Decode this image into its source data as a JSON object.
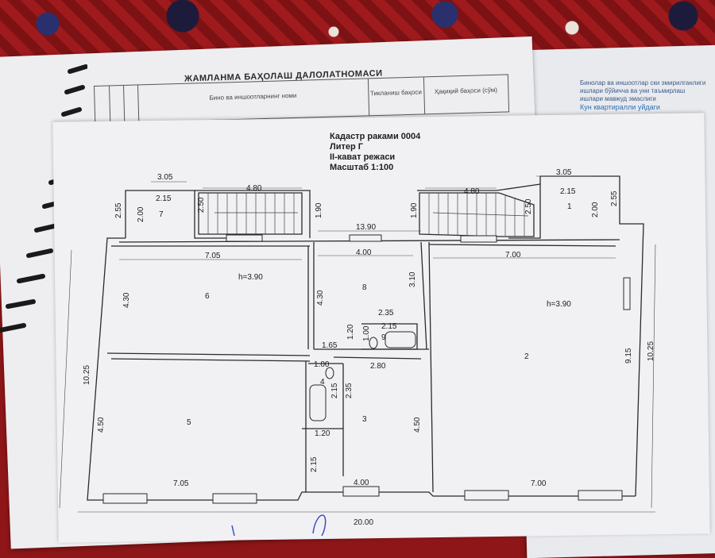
{
  "header": {
    "title": "ЖАМЛАНМА БАҲОЛАШ ДАЛОЛАТНОМАСИ",
    "col_building": "Бино ва иншоотларнинг номи",
    "col_estimated": "Тикланиш баҳоси",
    "col_real": "Ҳақиқий баҳоси (сўм)"
  },
  "side_note": {
    "lines": [
      "Бинолар ва иншоотлар ски эмирилганлиги",
      "ишлари бўйичча ва уни таъмирлаш",
      "ишлари мавжуд эмаслиги"
    ],
    "center_line": "Кун  квартиралли уйдаги"
  },
  "plan_title": {
    "cadastre": "Кадастр раками 0004",
    "liter": "Литер Г",
    "floor": "II-кават режаси",
    "scale": "Масштаб 1:100"
  },
  "dimensions": {
    "top_left_width": "3.05",
    "top_left_inner": "2.15",
    "top_right_width": "3.05",
    "top_right_inner": "2.15",
    "stair_left": "4.80",
    "stair_right": "4.80",
    "left_h_255": "2.55",
    "left_h_200": "2.00",
    "left_h_250": "2.50",
    "left_h_190": "1.90",
    "right_h_190": "1.90",
    "right_h_250": "2.50",
    "right_h_200": "2.00",
    "right_h_255": "2.55",
    "corridor_len": "13.90",
    "room6_w": "7.05",
    "room8_w": "4.00",
    "room2_w": "7.00",
    "room6_h": "4.30",
    "room8_h": "4.30",
    "room8_side": "3.10",
    "height_left": "h=3.90",
    "height_right": "h=3.90",
    "bath9_w": "2.35",
    "bath9_inner": "2.15",
    "bath9_h1": "1.20",
    "bath9_h2": "1.00",
    "corridor_165": "1.65",
    "left_total_h": "10.25",
    "right_total_h": "10.25",
    "right_915": "9.15",
    "bath4_w": "1.00",
    "bath4_h1": "2.15",
    "bath4_h2": "2.35",
    "room3_w": "2.80",
    "room5_h": "4.50",
    "room3_h": "4.50",
    "room3_120": "1.20",
    "room3_215": "2.15",
    "room5_w": "7.05",
    "room3_bottom": "4.00",
    "room2_bottom": "7.00",
    "total_width": "20.00"
  },
  "rooms": {
    "r1": "1",
    "r2": "2",
    "r3": "3",
    "r4": "4",
    "r5": "5",
    "r6": "6",
    "r7": "7",
    "r8": "8",
    "r9": "9"
  }
}
